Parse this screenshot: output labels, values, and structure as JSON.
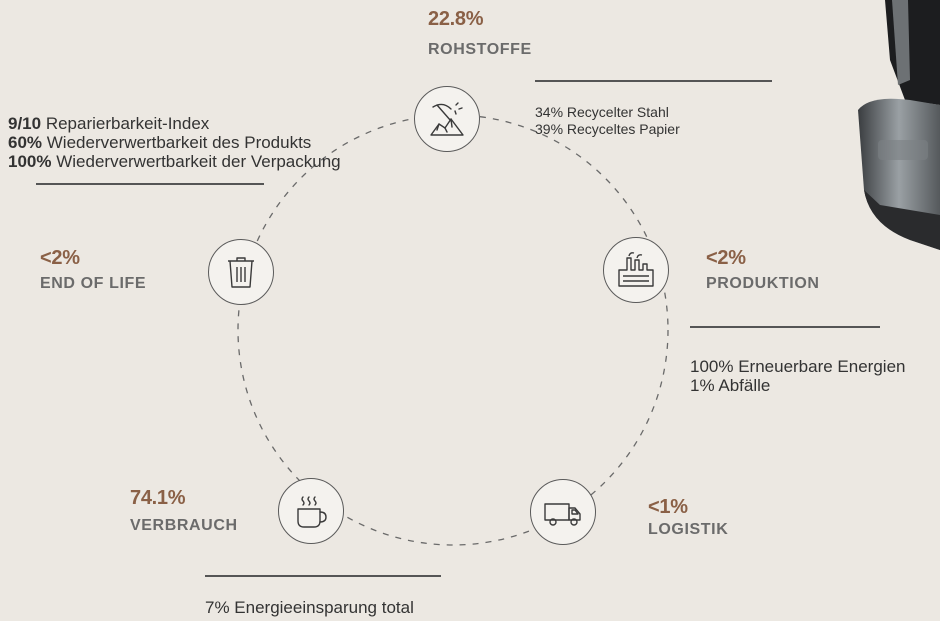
{
  "rohstoffe": {
    "percent": "22.8%",
    "label": "ROHSTOFFE",
    "lines": [
      "34% Recycelter Stahl",
      "39% Recyceltes Papier"
    ],
    "icon": "mining-pickaxe-icon"
  },
  "produktion": {
    "percent": "<2%",
    "label": "PRODUKTION",
    "lines": [
      "100% Erneuerbare Energien",
      "1% Abfälle"
    ],
    "icon": "factory-icon"
  },
  "logistik": {
    "percent": "<1%",
    "label": "LOGISTIK",
    "icon": "delivery-truck-icon"
  },
  "verbrauch": {
    "percent": "74.1%",
    "label": "VERBRAUCH",
    "lines": [
      "7% Energieeinsparung total"
    ],
    "icon": "hot-cup-icon"
  },
  "end_of_life": {
    "percent": "<2%",
    "label": "END OF LIFE",
    "icon": "trash-bin-icon",
    "lines": [
      {
        "value": "9/10",
        "text": "Reparierbarkeit-Index"
      },
      {
        "value": "60%",
        "text": "Wiederverwertbarkeit des Produkts"
      },
      {
        "value": "100%",
        "text": "Wiederverwertbarkeit der Verpackung"
      }
    ]
  },
  "colors": {
    "background": "#ece8e2",
    "percent_accent": "#8a6046",
    "label_gray": "#6b6b6b",
    "line": "#555555"
  }
}
